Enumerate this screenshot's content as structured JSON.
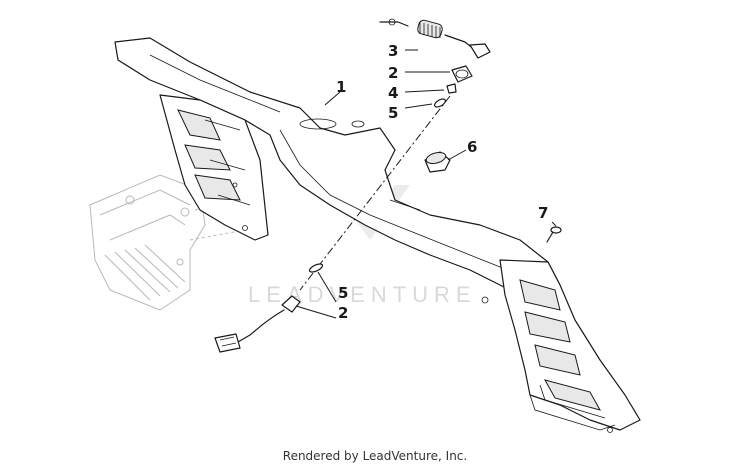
{
  "diagram": {
    "callouts": [
      {
        "number": "1"
      },
      {
        "number": "2"
      },
      {
        "number": "2"
      },
      {
        "number": "3"
      },
      {
        "number": "4"
      },
      {
        "number": "5"
      },
      {
        "number": "5"
      },
      {
        "number": "6"
      },
      {
        "number": "7"
      }
    ],
    "watermark": "LEADVENTURE",
    "footer": "Rendered by LeadVenture, Inc."
  }
}
